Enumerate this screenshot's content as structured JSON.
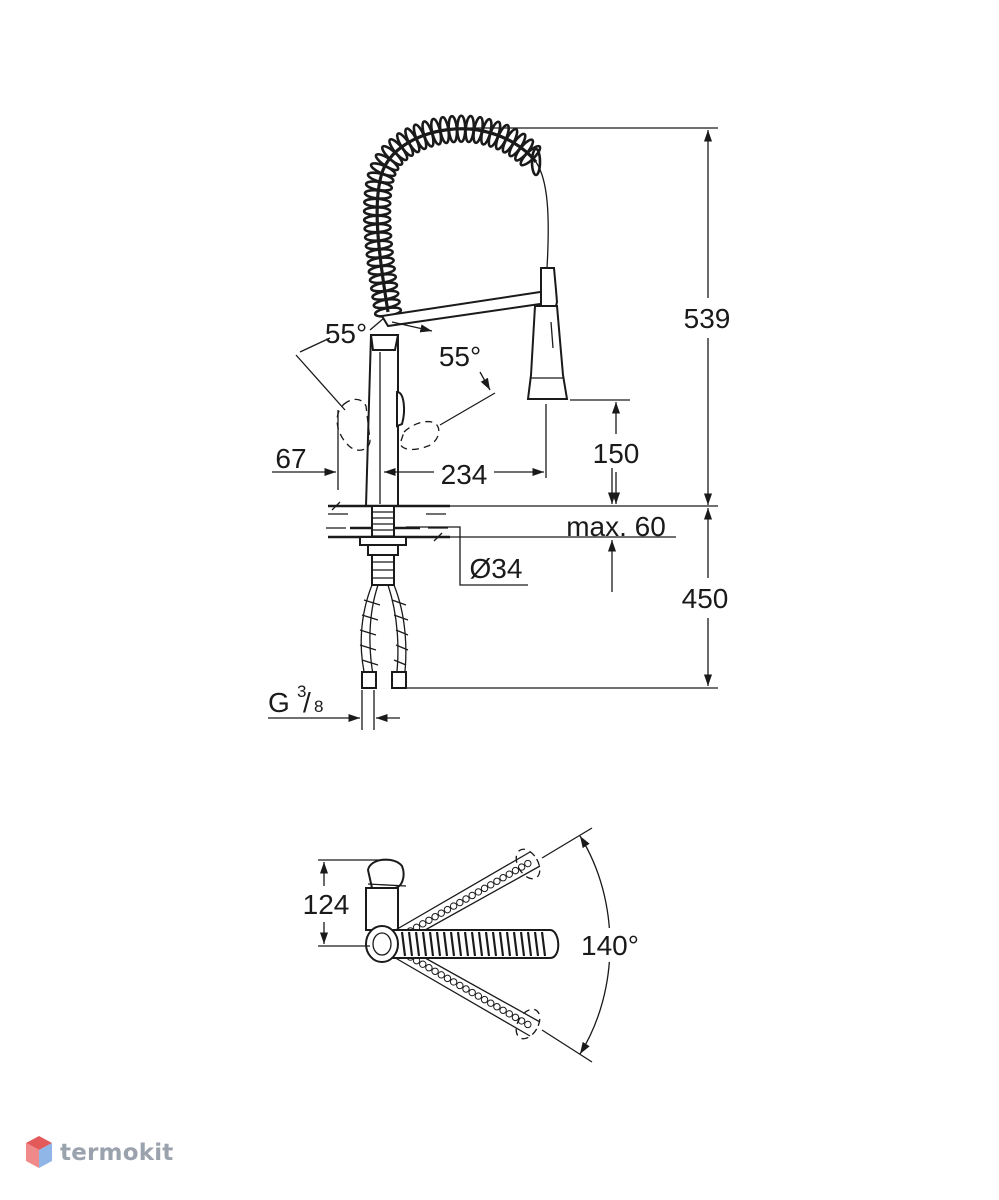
{
  "side_view": {
    "angle_left": "55°",
    "angle_right": "55°",
    "height_total": "539",
    "spout_height": "150",
    "offset_left": "67",
    "reach": "234",
    "deck_thickness": "max. 60",
    "hole_diameter": "Ø34",
    "hose_length": "450",
    "connection_thread": "G",
    "connection_thread_numerator": "3",
    "connection_thread_denominator": "8"
  },
  "top_view": {
    "depth": "124",
    "swivel_angle": "140°"
  },
  "logo": {
    "text": "termokit",
    "colors": {
      "top": "#e45a5a",
      "left": "#f08a8a",
      "right": "#8fb6e6"
    }
  },
  "colors": {
    "line": "#1a1a1a",
    "background": "#ffffff",
    "logo_text": "#9aa2ad"
  }
}
